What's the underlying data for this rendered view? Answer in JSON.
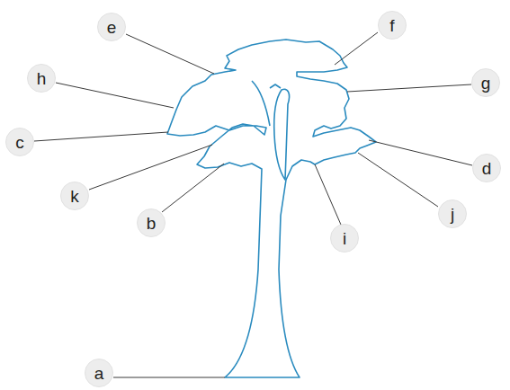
{
  "diagram": {
    "nodes": [
      {
        "text": [
          "e"
        ]
      },
      {
        "text": [
          "f"
        ]
      },
      {
        "text": [
          "h"
        ]
      },
      {
        "text": [
          "g"
        ]
      },
      {
        "text": [
          "c"
        ]
      },
      {
        "text": [
          "d"
        ]
      },
      {
        "text": [
          "k"
        ]
      },
      {
        "text": [
          "j"
        ]
      },
      {
        "text": [
          "b"
        ]
      },
      {
        "text": [
          "i"
        ]
      },
      {
        "text": [
          "a"
        ]
      }
    ]
  }
}
